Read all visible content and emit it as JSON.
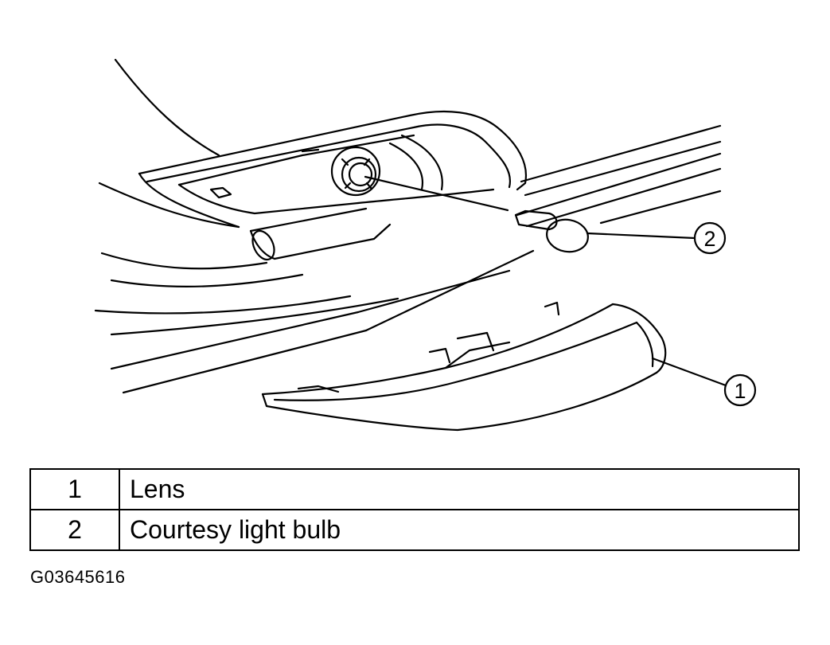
{
  "callouts": [
    {
      "number": "1",
      "description": "Lens"
    },
    {
      "number": "2",
      "description": "Courtesy light bulb"
    }
  ],
  "figure_id": "G03645616"
}
